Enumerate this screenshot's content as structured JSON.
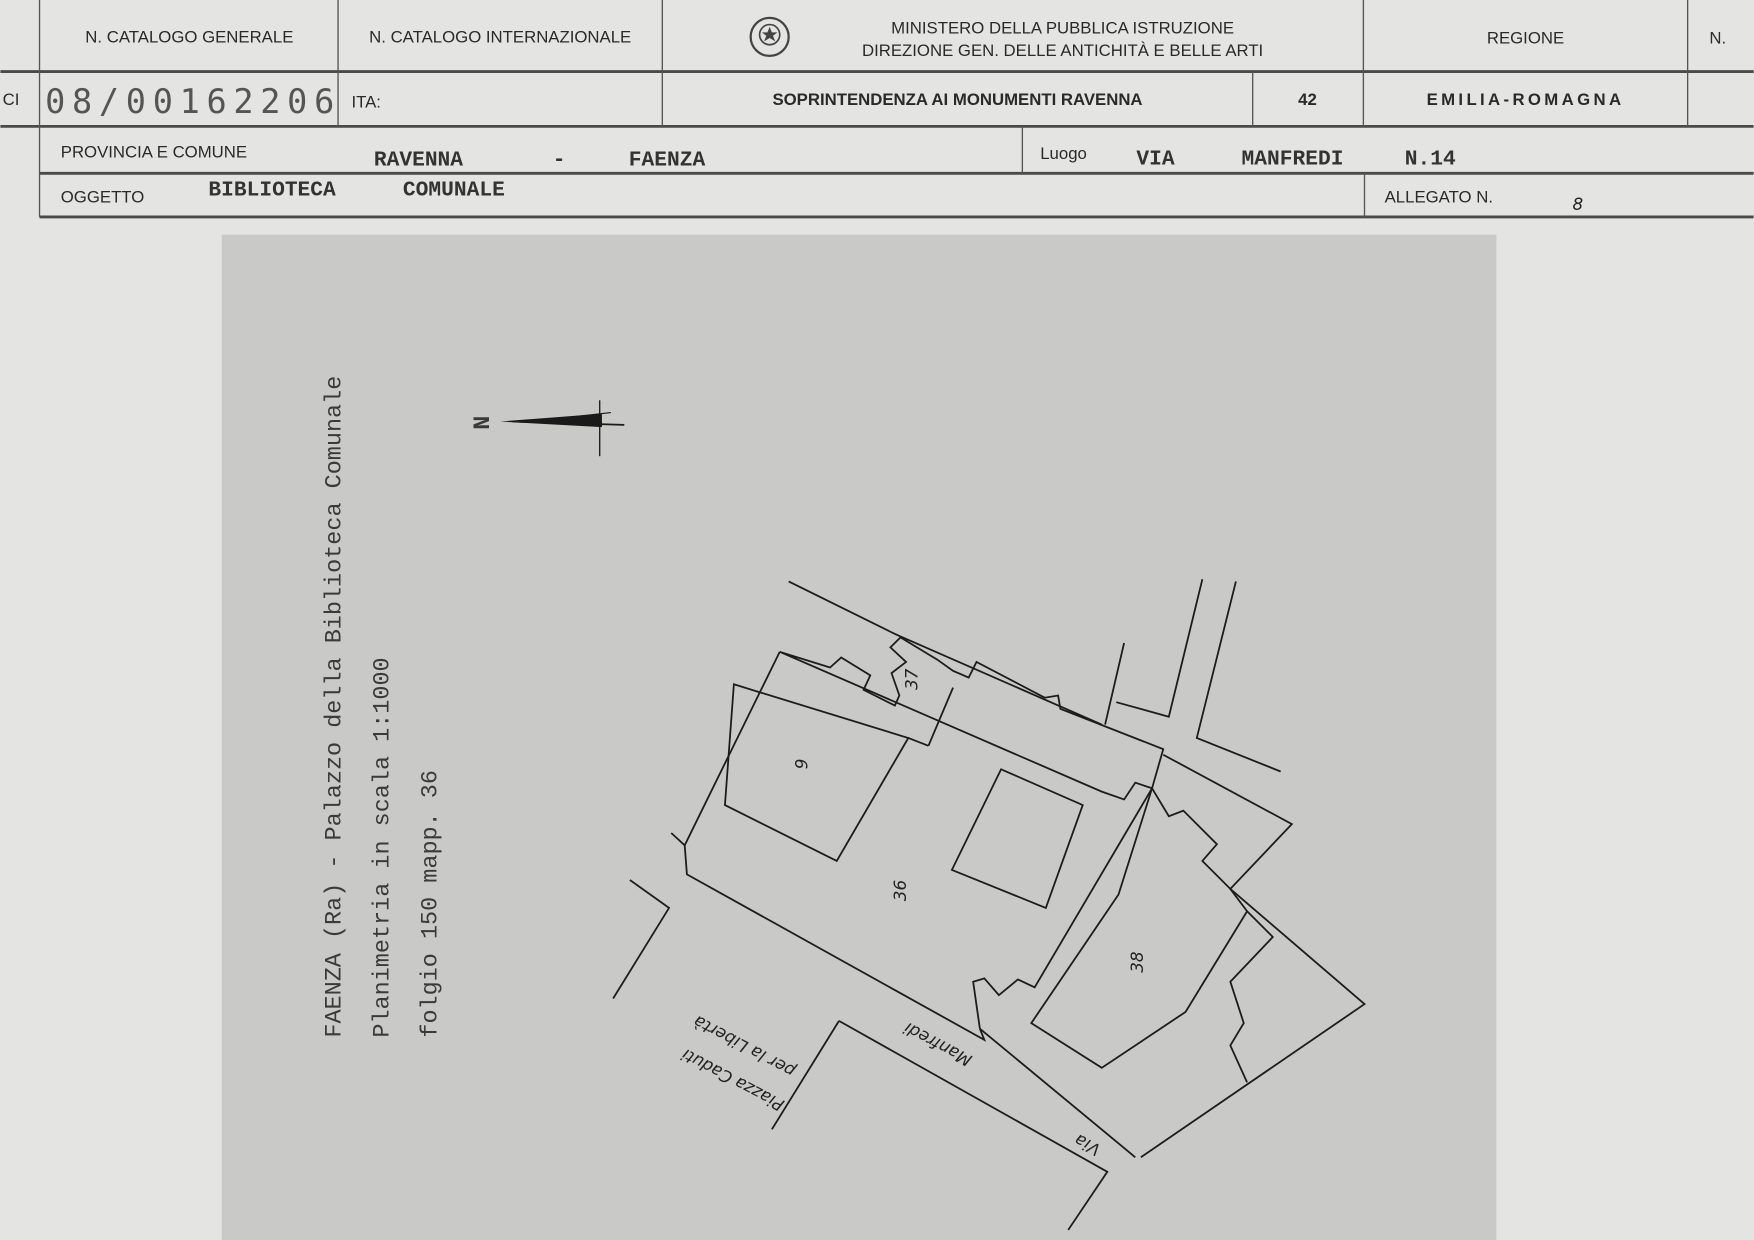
{
  "header": {
    "catalogo_generale_label": "N. CATALOGO GENERALE",
    "catalogo_internazionale_label": "N. CATALOGO INTERNAZIONALE",
    "ministero_line1": "MINISTERO DELLA PUBBLICA ISTRUZIONE",
    "ministero_line2": "DIREZIONE GEN. DELLE ANTICHITÀ E BELLE ARTI",
    "regione_label": "REGIONE",
    "n_label": "N.",
    "ci_label": "CI",
    "catalogo_generale_value": "08/00162206",
    "ita_label": "ITA:",
    "soprintendenza": "SOPRINTENDENZA AI MONUMENTI RAVENNA",
    "soprintendenza_code": "42",
    "regione_value": "EMILIA-ROMAGNA",
    "provincia_label": "PROVINCIA E COMUNE",
    "provincia_value": "RAVENNA",
    "dash": "-",
    "comune_value": "FAENZA",
    "luogo_label": "Luogo",
    "luogo_via": "VIA",
    "luogo_street": "MANFREDI",
    "luogo_number": "N.14",
    "oggetto_label": "OGGETTO",
    "oggetto_value1": "BIBLIOTECA",
    "oggetto_value2": "COMUNALE",
    "allegato_label": "ALLEGATO N.",
    "allegato_value": "8"
  },
  "drawing": {
    "caption_line1": "FAENZA (Ra) - Palazzo della Biblioteca Comunale",
    "caption_line2": "Planimetria in scala 1:1000",
    "caption_line3": "folgio 150 mapp. 36",
    "north_label": "N",
    "parcels": [
      "37",
      "36",
      "38",
      "9"
    ],
    "street_via_manfredi_1": "Manfredi",
    "street_via_manfredi_2": "Via",
    "street_piazza_1": "per la Libertà",
    "street_piazza_2": "Piazza Caduti"
  }
}
